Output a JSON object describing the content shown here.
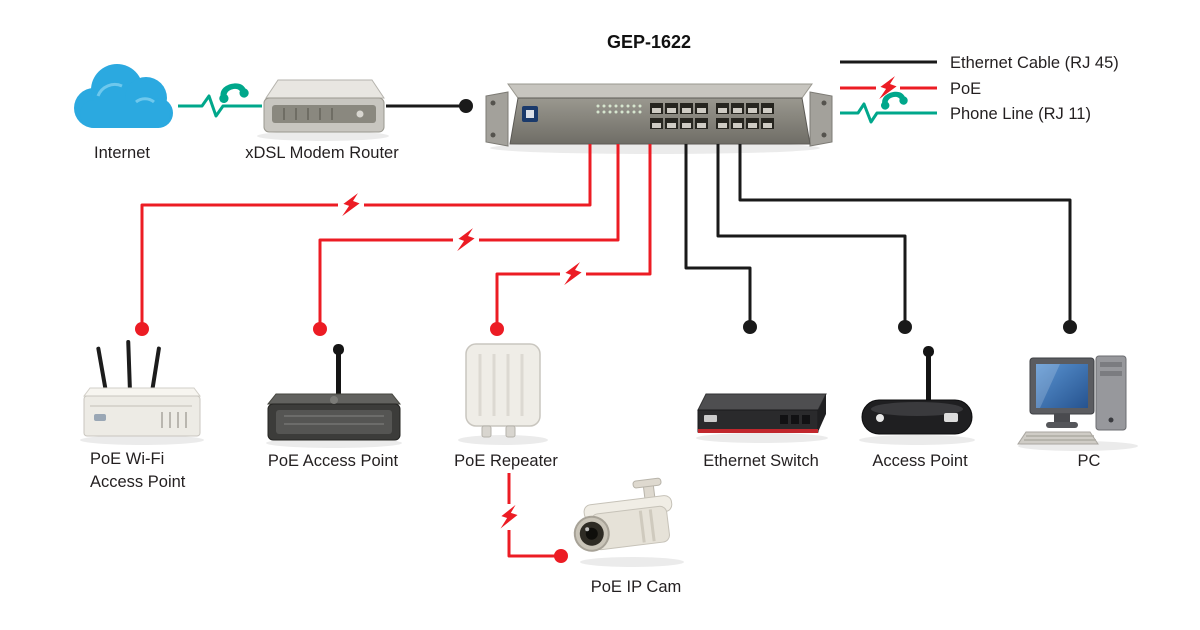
{
  "title": "GEP-1622",
  "legend": {
    "items": [
      {
        "id": "ethernet",
        "label": "Ethernet Cable (RJ 45)",
        "color": "#1a1a1a"
      },
      {
        "id": "poe",
        "label": "PoE",
        "color": "#ec1c24"
      },
      {
        "id": "phone",
        "label": "Phone Line (RJ 11)",
        "color": "#00a78b"
      }
    ]
  },
  "nodes": {
    "internet": {
      "label": "Internet"
    },
    "modem": {
      "label": "xDSL Modem Router"
    },
    "poe_wifi_ap": {
      "label_line1": "PoE Wi-Fi",
      "label_line2": "Access Point"
    },
    "poe_access_point": {
      "label": "PoE Access Point"
    },
    "poe_repeater": {
      "label": "PoE Repeater"
    },
    "ethernet_switch": {
      "label": "Ethernet Switch"
    },
    "access_point": {
      "label": "Access Point"
    },
    "pc": {
      "label": "PC"
    },
    "poe_ip_cam": {
      "label": "PoE IP Cam"
    }
  },
  "colors": {
    "ethernet": "#1a1a1a",
    "poe": "#ec1c24",
    "phone": "#00a78b",
    "text": "#231f20"
  }
}
